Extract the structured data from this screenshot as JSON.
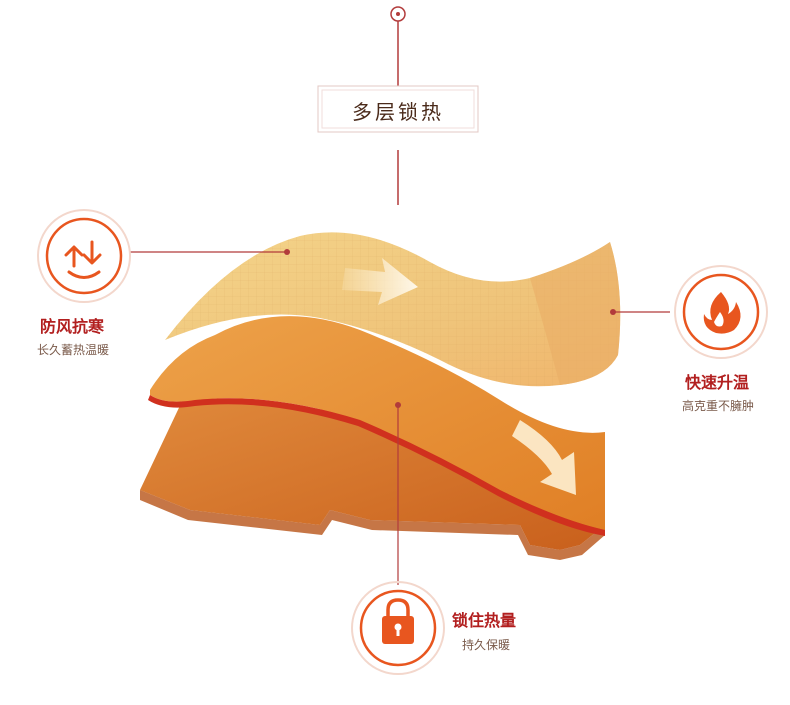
{
  "top_label": "多层锁热",
  "features": {
    "left": {
      "title": "防风抗寒",
      "subtitle": "长久蓄热温暖",
      "icon": "u-turn-arrow-icon"
    },
    "right": {
      "title": "快速升温",
      "subtitle": "高克重不臃肿",
      "icon": "flame-icon"
    },
    "bottom": {
      "title": "锁住热量",
      "subtitle": "持久保暖",
      "icon": "padlock-icon"
    }
  },
  "colors": {
    "accent": "#e8561f",
    "line": "#b23b3b",
    "title": "#b21f1f",
    "layer_top": "#eec57a",
    "layer_mid": "#e5902f",
    "layer_bottom": "#d56e22"
  }
}
